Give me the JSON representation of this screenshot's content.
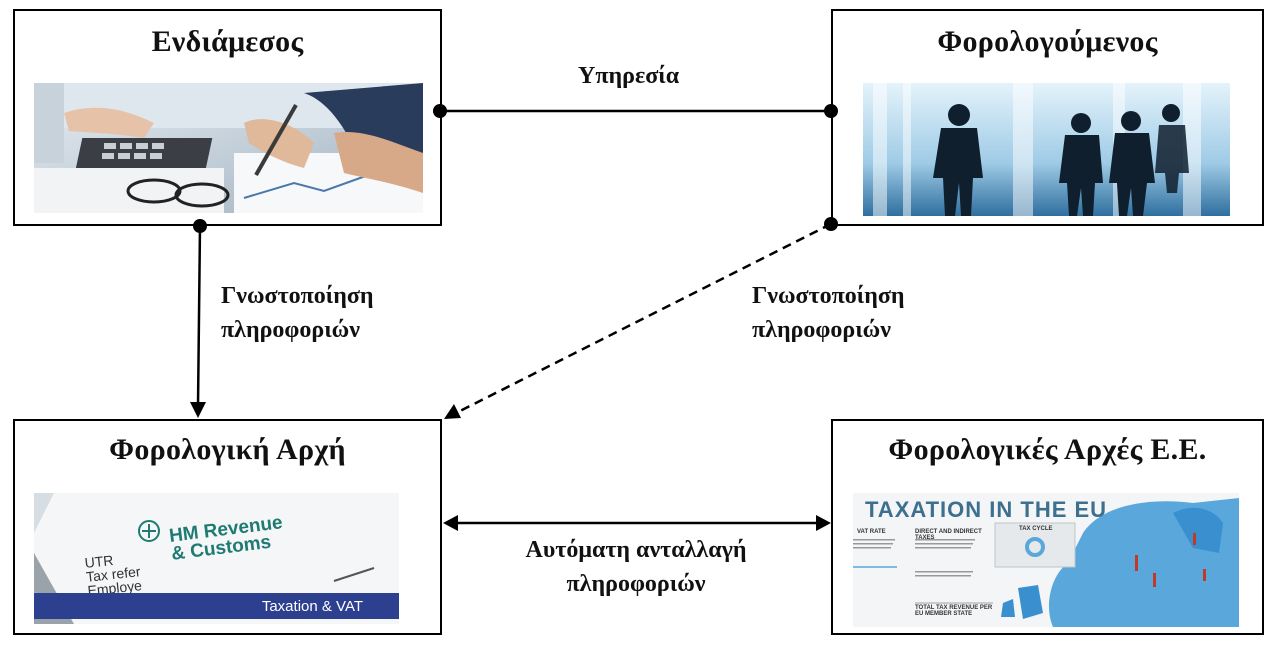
{
  "nodes": {
    "intermediary": {
      "title": "Ενδιάμεσος"
    },
    "taxpayer": {
      "title": "Φορολογούμενος"
    },
    "tax_authority": {
      "title": "Φορολογική Αρχή",
      "image_text": {
        "brand": "HM Revenue\n& Customs",
        "band": "Taxation & VAT",
        "doc_lines": "UTR\nTax refer\nEmploye"
      }
    },
    "eu_tax_authorities": {
      "title": "Φορολογικές Αρχές Ε.Ε.",
      "image_text": {
        "heading": "TAXATION IN THE EU",
        "vat_rate": "VAT RATE",
        "direct_indirect": "DIRECT AND INDIRECT TAXES",
        "tax_cycle": "TAX CYCLE",
        "total_revenue": "TOTAL TAX REVENUE PER EU MEMBER STATE"
      }
    }
  },
  "edges": {
    "service": {
      "label": "Υπηρεσία"
    },
    "intermediary_disclosure": {
      "label_line1": "Γνωστοποίηση",
      "label_line2": "πληροφοριών"
    },
    "taxpayer_disclosure": {
      "label_line1": "Γνωστοποίηση",
      "label_line2": "πληροφοριών"
    },
    "automatic_exchange": {
      "label_line1": "Αυτόματη ανταλλαγή",
      "label_line2": "πληροφοριών"
    }
  }
}
